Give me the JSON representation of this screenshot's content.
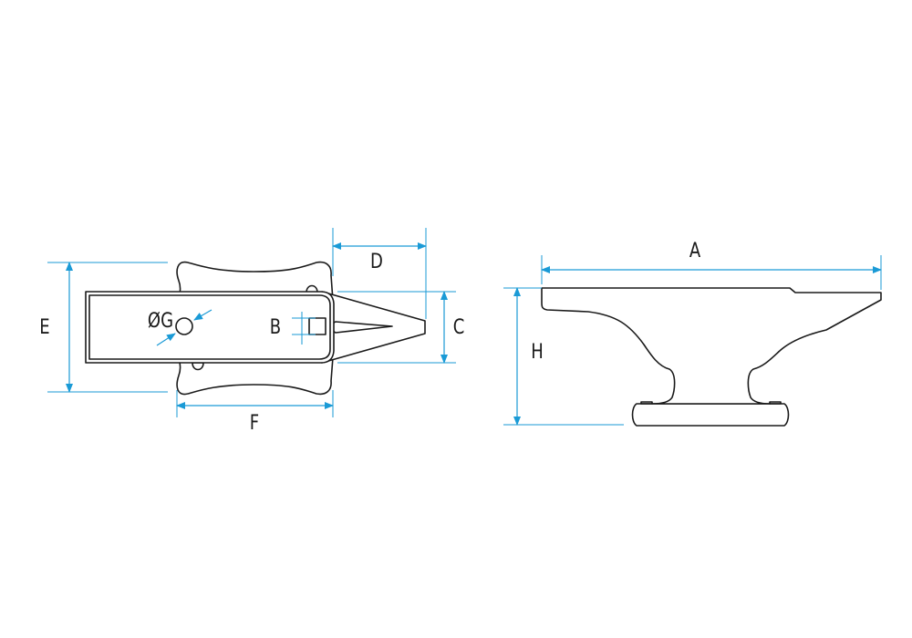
{
  "diagram": {
    "colors": {
      "dimension": "#1a9ad6",
      "outline": "#1a1a1a",
      "background": "#ffffff"
    },
    "labels": {
      "A": "A",
      "B": "B",
      "C": "C",
      "D": "D",
      "E": "E",
      "F": "F",
      "G": "ØG",
      "H": "H"
    }
  }
}
